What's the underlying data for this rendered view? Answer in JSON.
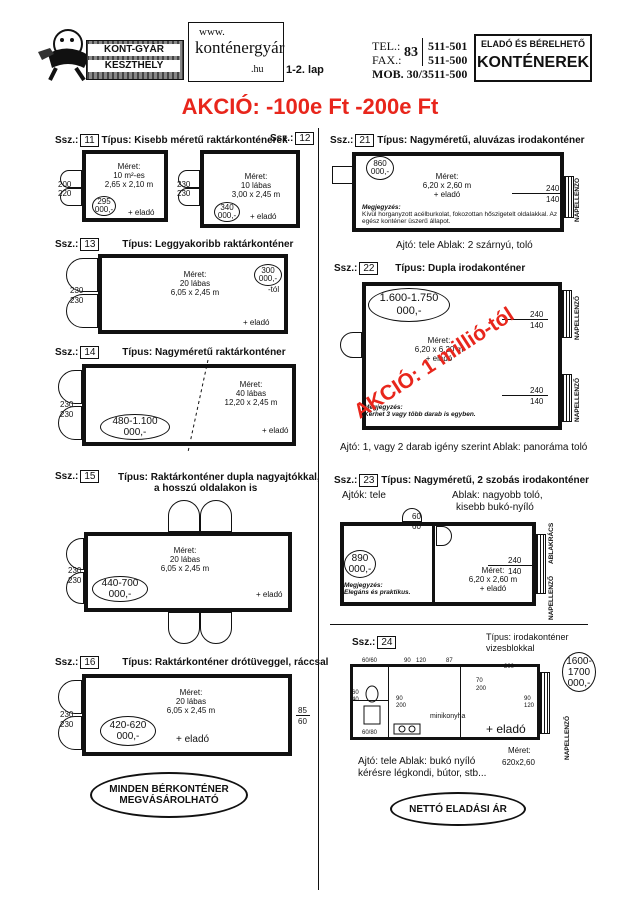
{
  "header": {
    "logo_line1": "KONT-GYÁR",
    "logo_line2": "KESZTHELY",
    "site_www": "www.",
    "site_name": "konténergyár",
    "site_tld": ".hu",
    "page_label": "1-2. lap",
    "tel_label": "TEL.:",
    "fax_label": "FAX.:",
    "mob_label": "MOB. 30/3511-500",
    "area_code": "83",
    "tel_number": "511-501",
    "fax_number": "511-500",
    "sale_rent": "ELADÓ ÉS BÉRELHETŐ",
    "containers": "KONTÉNEREK"
  },
  "banner": {
    "text": "AKCIÓ: -100e Ft -200e Ft"
  },
  "common": {
    "ssz": "Ssz.:",
    "meret": "Méret:",
    "elado": "+ eladó",
    "napelenzo": "NAPELLENZŐ",
    "ablakracs": "ABLAKRÁCS"
  },
  "items": {
    "i11": {
      "num": "11",
      "type": "Típus: Kisebb méretű raktárkonténerek",
      "size1": "10 m²-es",
      "size2": "2,65 x 2,10 m",
      "price": "295",
      "price2": "000,-",
      "dimA": "200",
      "dimB": "220"
    },
    "i12": {
      "num": "12",
      "size1": "10 lábas",
      "size2": "3,00 x 2,45 m",
      "price": "340",
      "price2": "000,-",
      "dimA": "230",
      "dimB": "230"
    },
    "i13": {
      "num": "13",
      "type": "Típus: Leggyakoribb raktárkonténer",
      "size1": "20 lábas",
      "size2": "6,05 x 2,45 m",
      "price": "300",
      "price2": "000,-",
      "price3": "-tól",
      "dimA": "230",
      "dimB": "230"
    },
    "i14": {
      "num": "14",
      "type": "Típus: Nagyméretű raktárkonténer",
      "size1": "40 lábas",
      "size2": "12,20 x 2,45 m",
      "price": "480-1.100",
      "price2": "000,-",
      "dimA": "230",
      "dimB": "230"
    },
    "i15": {
      "num": "15",
      "type1": "Típus: Raktárkonténer dupla nagyajtókkal,",
      "type2": "a hosszú oldalakon is",
      "size1": "20 lábas",
      "size2": "6,05 x 2,45 m",
      "price": "440-700",
      "price2": "000,-",
      "dimA": "230",
      "dimB": "230"
    },
    "i16": {
      "num": "16",
      "type": "Típus: Raktárkonténer drótüveggel, ráccsal",
      "size1": "20 lábas",
      "size2": "6,05 x 2,45 m",
      "price": "420-620",
      "price2": "000,-",
      "dimA": "230",
      "dimB": "230",
      "dimC": "85",
      "dimD": "60"
    },
    "i21": {
      "num": "21",
      "type": "Típus: Nagyméretű, aluvázas irodakonténer",
      "size2": "6,20 x 2,60 m",
      "price": "860",
      "price2": "000,-",
      "note_label": "Megjegyzés:",
      "note": "Kívül horganyzott acélburkolat, fokozottan hőszigetelt oldalakkal. Az egész konténer üszerű állapot.",
      "doors": "Ajtó: tele   Ablak: 2 szárnyú, toló",
      "dimA": "240",
      "dimB": "140"
    },
    "i22": {
      "num": "22",
      "type": "Típus: Dupla irodakonténer",
      "size2": "6,20 x 6,20 m",
      "price": "1.600-1.750",
      "price2": "000,-",
      "note_label": "Megjegyzés:",
      "note": "Kérhet 3 vagy több darab is egyben.",
      "doors": "Ajtó: 1, vagy 2 darab igény szerint   Ablak: panoráma toló",
      "dimA": "240",
      "dimB": "140",
      "dimC": "240",
      "dimD": "140",
      "stamp": "AKCIÓ: 1 millió-tól"
    },
    "i23": {
      "num": "23",
      "type": "Típus: Nagyméretű, 2 szobás irodakonténer",
      "doors_left": "Ajtók: tele",
      "windows1": "Ablak: nagyobb toló,",
      "windows2": "kisebb bukó-nyíló",
      "size2": "6,20 x 2,60 m",
      "price": "890",
      "price2": "000,-",
      "note_label": "Megjegyzés:",
      "note": "Elegáns és praktikus.",
      "dimA": "240",
      "dimB": "140",
      "dimC": "60",
      "dimD": "60"
    },
    "i24": {
      "num": "24",
      "type1": "Típus: irodakonténer",
      "type2": "vizesblokkal",
      "price": "1600-",
      "price_b": "1700",
      "price2": "000,-",
      "size_label": "Méret:",
      "size2": "620x2,60",
      "kitchen": "minikonyha",
      "doors1": "Ajtó: tele  Ablak: bukó nyíló",
      "doors2": "kérésre légkondi, bútor, stb...",
      "d1": "60/60",
      "d2": "90",
      "d3": "120",
      "d4": "87",
      "d5": "200",
      "d6": "70",
      "d7": "200",
      "d8": "60",
      "d9": "40",
      "d10": "90",
      "d11": "120",
      "d12": "60/80",
      "d13": "90",
      "d14": "200"
    }
  },
  "footer": {
    "left1": "MINDEN BÉRKONTÉNER",
    "left2": "MEGVÁSÁROLHATÓ",
    "right": "NETTÓ ELADÁSI ÁR"
  }
}
